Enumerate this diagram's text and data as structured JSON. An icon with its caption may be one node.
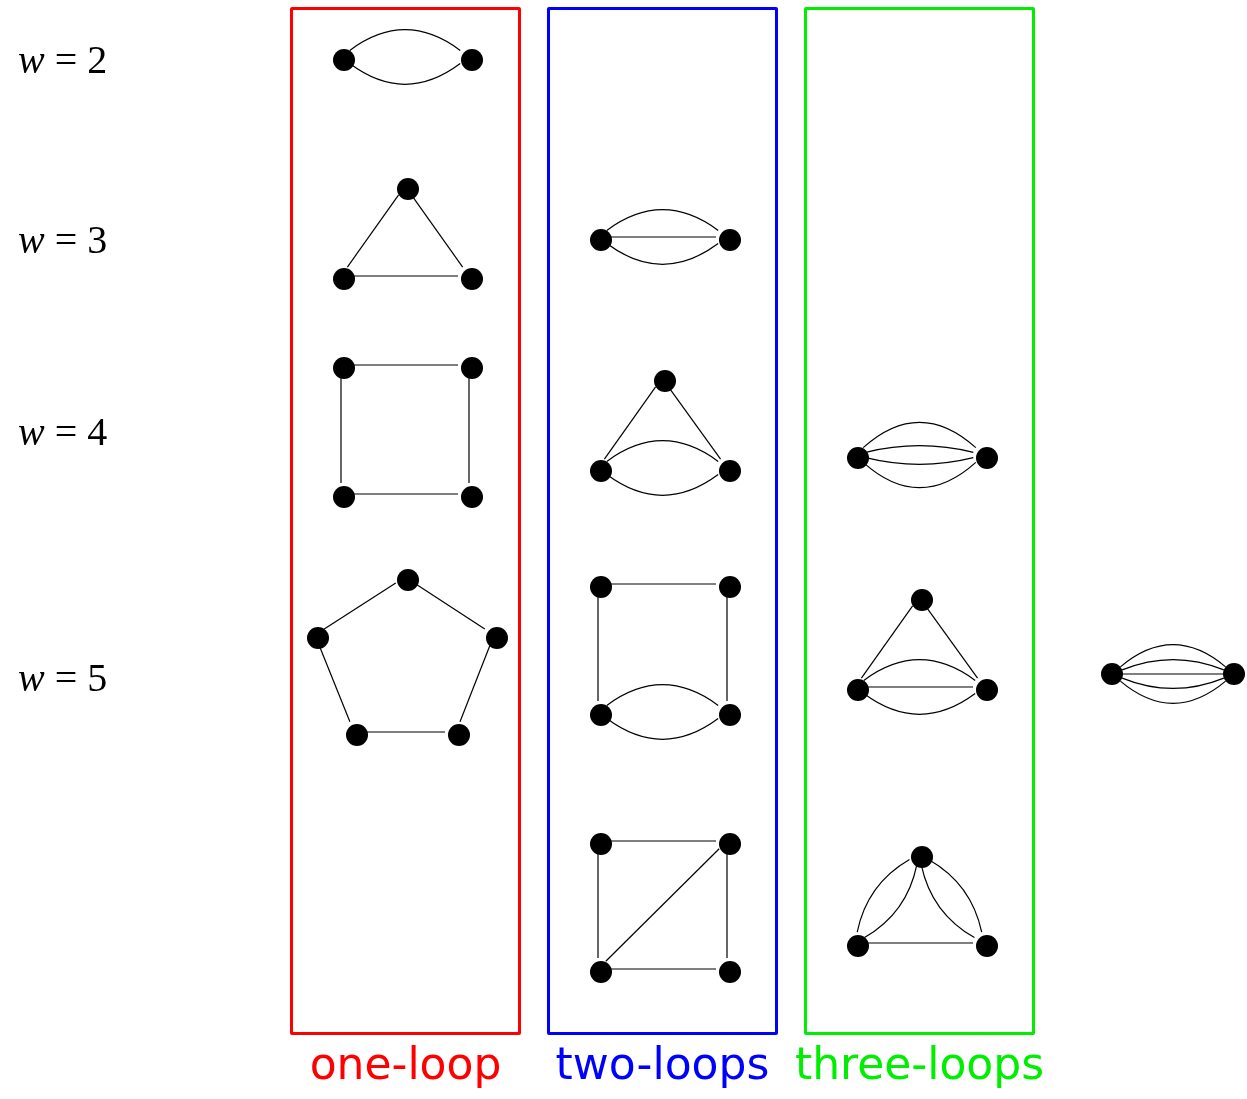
{
  "diagram": {
    "nodes": [
      {
        "text": [
          "one-loop"
        ]
      },
      {
        "text": [],
        "shape": "circle",
        "in": 0
      },
      {
        "text": [],
        "shape": "circle",
        "in": 0
      },
      {
        "text": [],
        "shape": "circle",
        "in": 0
      },
      {
        "text": [],
        "shape": "circle",
        "in": 0
      },
      {
        "text": [],
        "shape": "circle",
        "in": 0
      },
      {
        "text": [],
        "shape": "circle",
        "in": 0
      },
      {
        "text": [],
        "shape": "circle",
        "in": 0
      },
      {
        "text": [],
        "shape": "circle",
        "in": 0
      },
      {
        "text": [],
        "shape": "circle",
        "in": 0
      },
      {
        "text": [],
        "shape": "circle",
        "in": 0
      },
      {
        "text": [],
        "shape": "circle",
        "in": 0
      },
      {
        "text": [],
        "shape": "circle",
        "in": 0
      },
      {
        "text": [],
        "shape": "circle",
        "in": 0
      },
      {
        "text": [],
        "shape": "circle",
        "in": 0
      },
      {
        "text": [
          "two-loops"
        ]
      },
      {
        "text": [],
        "shape": "circle",
        "in": 15
      },
      {
        "text": [],
        "shape": "circle",
        "in": 15
      },
      {
        "text": [],
        "shape": "circle",
        "in": 15
      },
      {
        "text": [],
        "shape": "circle",
        "in": 15
      },
      {
        "text": [],
        "shape": "circle",
        "in": 15
      },
      {
        "text": [],
        "shape": "circle",
        "in": 15
      },
      {
        "text": [],
        "shape": "circle",
        "in": 15
      },
      {
        "text": [],
        "shape": "circle",
        "in": 15
      },
      {
        "text": [],
        "shape": "circle",
        "in": 15
      },
      {
        "text": [],
        "shape": "circle",
        "in": 15
      },
      {
        "text": [],
        "shape": "circle",
        "in": 15
      },
      {
        "text": [],
        "shape": "circle",
        "in": 15
      },
      {
        "text": [],
        "shape": "circle",
        "in": 15
      },
      {
        "text": [
          "three-loops"
        ]
      },
      {
        "text": [],
        "shape": "circle",
        "in": 29
      },
      {
        "text": [],
        "shape": "circle",
        "in": 29
      },
      {
        "text": [],
        "shape": "circle",
        "in": 29
      },
      {
        "text": [],
        "shape": "circle",
        "in": 29
      },
      {
        "text": [],
        "shape": "circle",
        "in": 29
      },
      {
        "text": [],
        "shape": "circle",
        "in": 29
      },
      {
        "text": [],
        "shape": "circle",
        "in": 29
      },
      {
        "text": [],
        "shape": "circle",
        "in": 29
      },
      {
        "text": [],
        "shape": "circle"
      },
      {
        "text": [],
        "shape": "circle"
      }
    ],
    "edges": [
      {
        "from": 1,
        "to": 2,
        "arrow": "none"
      },
      {
        "from": 1,
        "to": 2,
        "arrow": "none"
      },
      {
        "from": 3,
        "to": 4,
        "arrow": "none"
      },
      {
        "from": 3,
        "to": 5,
        "arrow": "none"
      },
      {
        "from": 4,
        "to": 5,
        "arrow": "none"
      },
      {
        "from": 6,
        "to": 7,
        "arrow": "none"
      },
      {
        "from": 7,
        "to": 8,
        "arrow": "none"
      },
      {
        "from": 8,
        "to": 9,
        "arrow": "none"
      },
      {
        "from": 9,
        "to": 6,
        "arrow": "none"
      },
      {
        "from": 10,
        "to": 11,
        "arrow": "none"
      },
      {
        "from": 11,
        "to": 12,
        "arrow": "none"
      },
      {
        "from": 12,
        "to": 13,
        "arrow": "none"
      },
      {
        "from": 13,
        "to": 14,
        "arrow": "none"
      },
      {
        "from": 14,
        "to": 10,
        "arrow": "none"
      },
      {
        "from": 16,
        "to": 17,
        "arrow": "none"
      },
      {
        "from": 16,
        "to": 17,
        "arrow": "none"
      },
      {
        "from": 16,
        "to": 17,
        "arrow": "none"
      },
      {
        "from": 18,
        "to": 19,
        "arrow": "none"
      },
      {
        "from": 18,
        "to": 20,
        "arrow": "none"
      },
      {
        "from": 19,
        "to": 20,
        "arrow": "none"
      },
      {
        "from": 19,
        "to": 20,
        "arrow": "none"
      },
      {
        "from": 21,
        "to": 22,
        "arrow": "none"
      },
      {
        "from": 22,
        "to": 23,
        "arrow": "none"
      },
      {
        "from": 24,
        "to": 21,
        "arrow": "none"
      },
      {
        "from": 24,
        "to": 23,
        "arrow": "none"
      },
      {
        "from": 24,
        "to": 23,
        "arrow": "none"
      },
      {
        "from": 25,
        "to": 26,
        "arrow": "none"
      },
      {
        "from": 26,
        "to": 27,
        "arrow": "none"
      },
      {
        "from": 27,
        "to": 28,
        "arrow": "none"
      },
      {
        "from": 28,
        "to": 25,
        "arrow": "none"
      },
      {
        "from": 28,
        "to": 26,
        "arrow": "none"
      },
      {
        "from": 30,
        "to": 31,
        "arrow": "none"
      },
      {
        "from": 30,
        "to": 31,
        "arrow": "none"
      },
      {
        "from": 30,
        "to": 31,
        "arrow": "none"
      },
      {
        "from": 30,
        "to": 31,
        "arrow": "none"
      },
      {
        "from": 32,
        "to": 33,
        "arrow": "none"
      },
      {
        "from": 32,
        "to": 34,
        "arrow": "none"
      },
      {
        "from": 33,
        "to": 34,
        "arrow": "none"
      },
      {
        "from": 33,
        "to": 34,
        "arrow": "none"
      },
      {
        "from": 33,
        "to": 34,
        "arrow": "none"
      },
      {
        "from": 35,
        "to": 36,
        "arrow": "none"
      },
      {
        "from": 35,
        "to": 36,
        "arrow": "none"
      },
      {
        "from": 35,
        "to": 37,
        "arrow": "none"
      },
      {
        "from": 35,
        "to": 37,
        "arrow": "none"
      },
      {
        "from": 36,
        "to": 37,
        "arrow": "none"
      },
      {
        "from": 38,
        "to": 39,
        "arrow": "none"
      },
      {
        "from": 38,
        "to": 39,
        "arrow": "none"
      },
      {
        "from": 38,
        "to": 39,
        "arrow": "none"
      },
      {
        "from": 38,
        "to": 39,
        "arrow": "none"
      },
      {
        "from": 38,
        "to": 39,
        "arrow": "none"
      }
    ],
    "labels": [
      "*w* = 2",
      "*w* = 3",
      "*w* = 4",
      "*w* = 5"
    ]
  }
}
